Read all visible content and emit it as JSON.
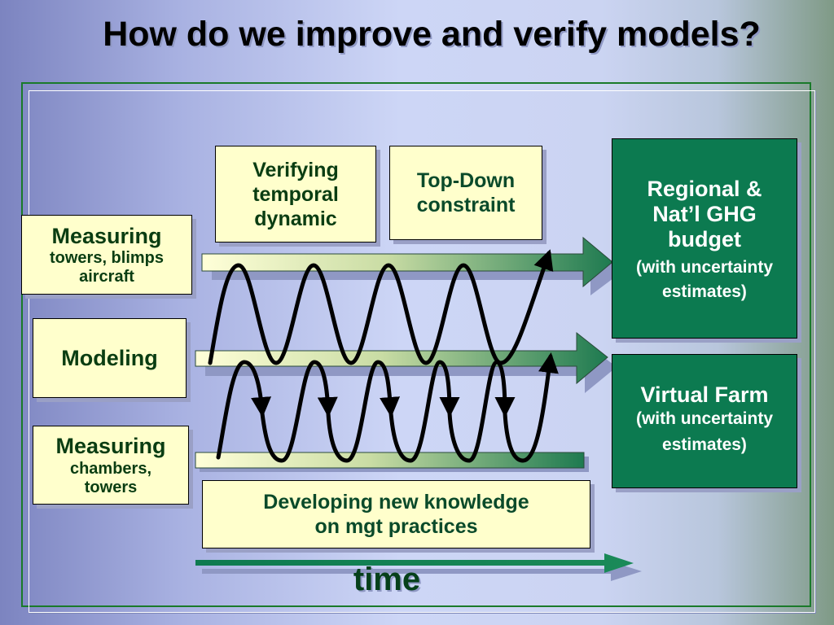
{
  "title": "How do we improve and verify models?",
  "boxes": {
    "verifying": [
      "Verifying",
      "temporal",
      "dynamic"
    ],
    "topdown": [
      "Top-Down",
      "constraint"
    ],
    "measuring_towers": {
      "title": "Measuring",
      "lines": [
        "towers, blimps",
        "aircraft"
      ]
    },
    "modeling": "Modeling",
    "measuring_chambers": {
      "title": "Measuring",
      "lines": [
        "chambers,",
        "towers"
      ]
    },
    "developing": [
      "Developing new knowledge",
      "on mgt practices"
    ]
  },
  "outcomes": {
    "regional": {
      "lines": [
        "Regional &",
        "Nat’l GHG",
        "budget"
      ],
      "note": [
        "(with uncertainty",
        "estimates)"
      ]
    },
    "virtual_farm": {
      "title": "Virtual Farm",
      "note": [
        "(with uncertainty",
        "estimates)"
      ]
    }
  },
  "time_label": "time",
  "colors": {
    "box_fill": "#ffffcc",
    "outcome_fill": "#0c7a50",
    "frame": "#1a7a2a",
    "text_dark": "#0a3d12"
  }
}
